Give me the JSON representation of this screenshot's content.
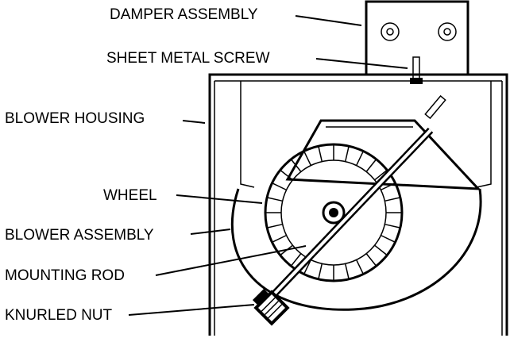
{
  "labels": {
    "damper_assembly": "DAMPER ASSEMBLY",
    "sheet_metal_screw": "SHEET METAL SCREW",
    "blower_housing": "BLOWER HOUSING",
    "wheel": "WHEEL",
    "blower_assembly": "BLOWER ASSEMBLY",
    "mounting_rod": "MOUNTING ROD",
    "knurled_nut": "KNURLED NUT"
  }
}
